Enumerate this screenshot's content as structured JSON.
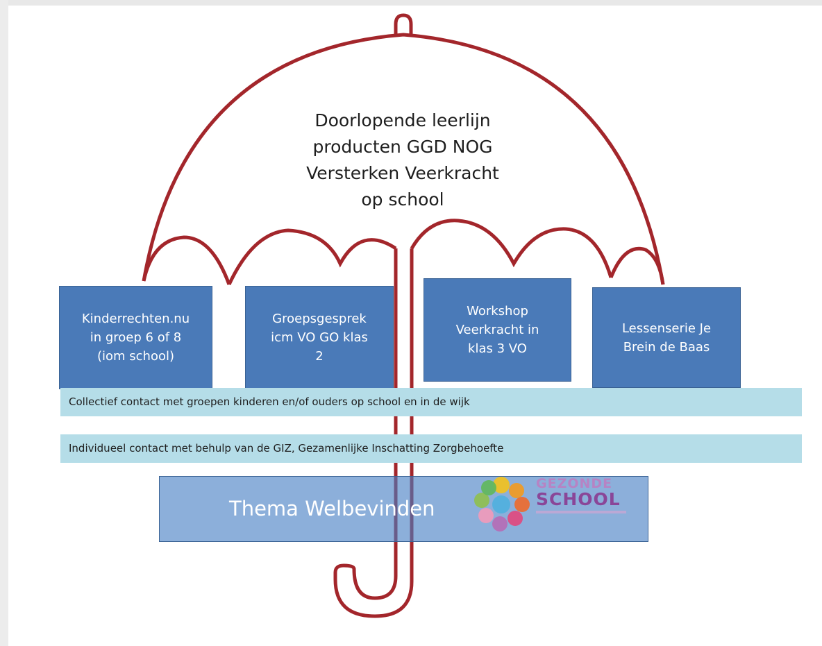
{
  "title_lines": [
    "Doorlopende leerlijn",
    "producten GGD NOG",
    "Versterken Veerkracht",
    "op school"
  ],
  "boxes": [
    {
      "lines": [
        "Kinderrechten.nu",
        "in groep 6 of 8",
        "(iom school)"
      ]
    },
    {
      "lines": [
        "Groepsgesprek",
        "icm VO GO klas",
        "2"
      ]
    },
    {
      "lines": [
        "Workshop",
        "Veerkracht in",
        "klas 3 VO"
      ]
    },
    {
      "lines": [
        "Lessenserie Je",
        "Brein de Baas"
      ]
    }
  ],
  "bands": {
    "collectief": "Collectief contact met groepen kinderen en/of ouders op school en in de wijk",
    "individueel": "Individueel contact met behulp van de GIZ, Gezamenlijke Inschatting Zorgbehoefte"
  },
  "thema": {
    "label": "Thema Welbevinden",
    "logo_line1": "GEZONDE",
    "logo_line2": "SCHOOL"
  },
  "colors": {
    "umbrella": "#a3262b",
    "box": "#4a7ab8",
    "band": "#b5dde8",
    "thema": "#6d97cc",
    "logo": "#8a4698"
  }
}
